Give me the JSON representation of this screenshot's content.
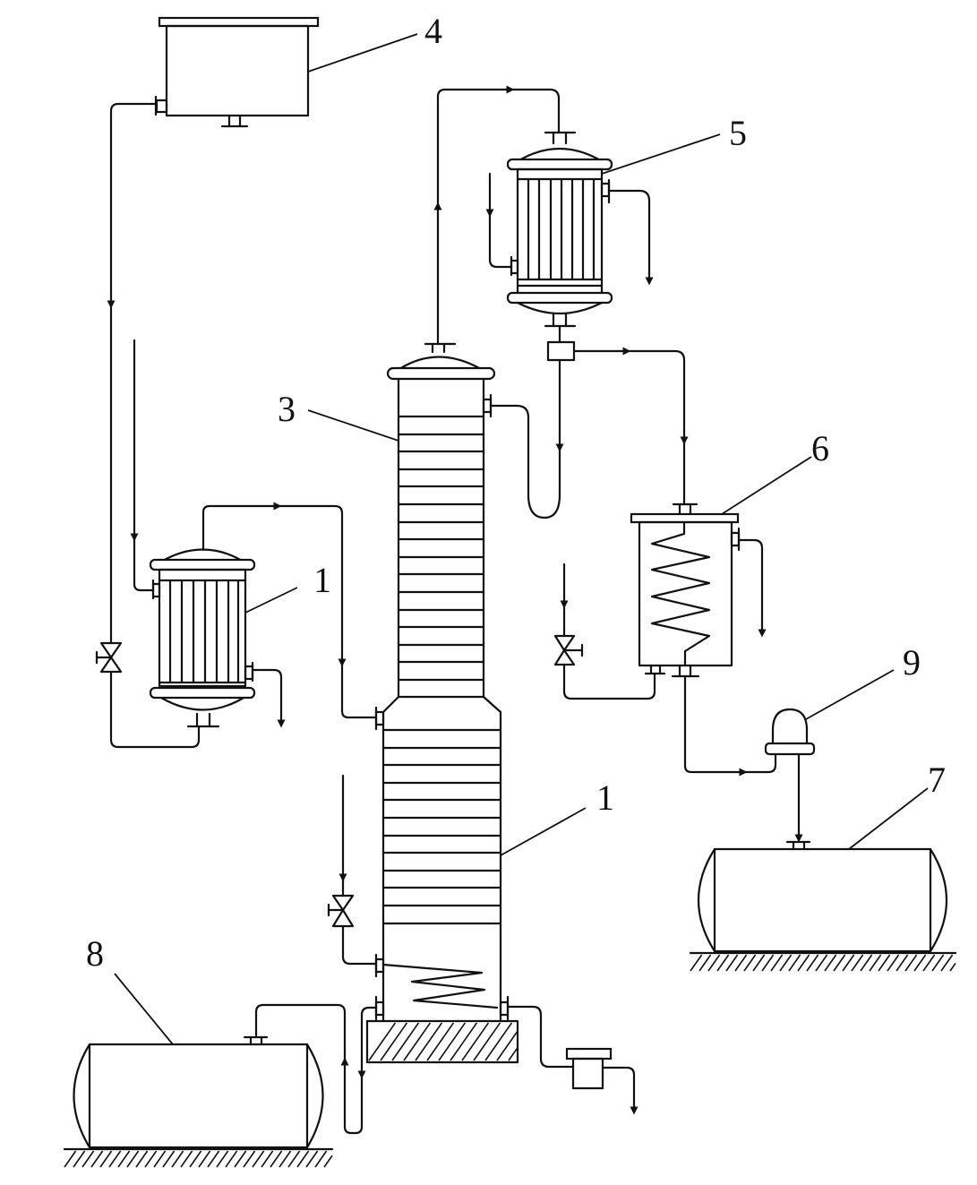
{
  "diagram": {
    "type": "process-flow-diagram",
    "style": "monochrome line drawing",
    "colors": {
      "line": "#111111",
      "background": "#ffffff"
    },
    "components": [
      {
        "id": "preheater-exchanger",
        "label": "1",
        "kind": "shell-and-tube heat exchanger"
      },
      {
        "id": "distillation-column-lower",
        "label": "1",
        "kind": "tray column lower section with reboiler coil"
      },
      {
        "id": "distillation-column-upper",
        "label": "3",
        "kind": "tray column upper section"
      },
      {
        "id": "feed-tank",
        "label": "4",
        "kind": "elevated open tank"
      },
      {
        "id": "overhead-condenser",
        "label": "5",
        "kind": "shell-and-tube condenser"
      },
      {
        "id": "product-cooler",
        "label": "6",
        "kind": "coil cooler"
      },
      {
        "id": "product-tank",
        "label": "7",
        "kind": "horizontal storage tank"
      },
      {
        "id": "residue-tank",
        "label": "8",
        "kind": "horizontal storage tank"
      },
      {
        "id": "sight-glass",
        "label": "9",
        "kind": "dome sight glass / flow indicator"
      }
    ],
    "labels": {
      "l1a": "1",
      "l1b": "1",
      "l3": "3",
      "l4": "4",
      "l5": "5",
      "l6": "6",
      "l7": "7",
      "l8": "8",
      "l9": "9"
    }
  }
}
